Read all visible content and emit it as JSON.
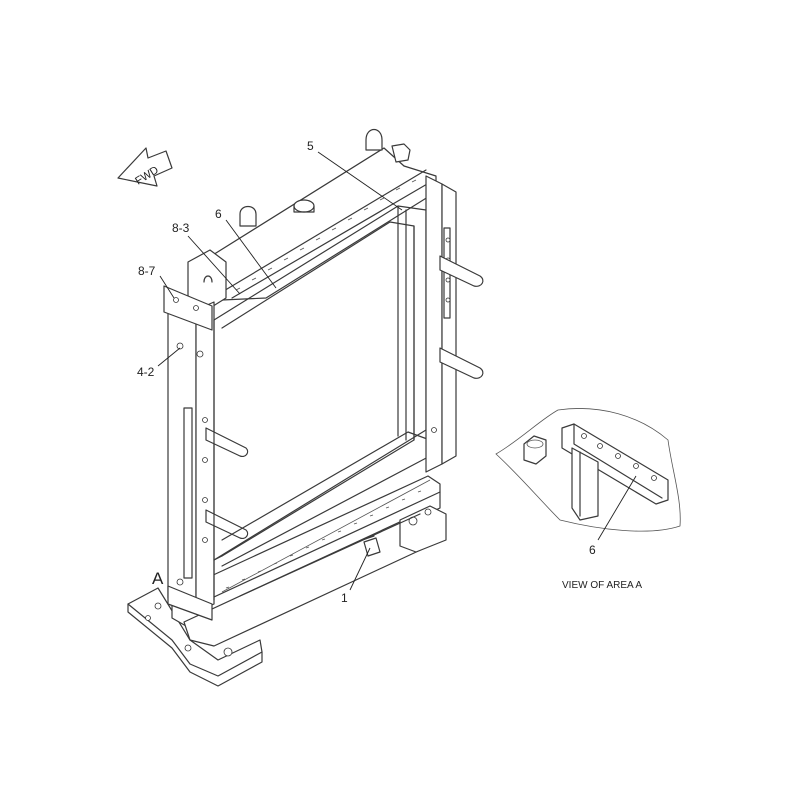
{
  "direction_arrow": {
    "label": "FWD"
  },
  "callouts": {
    "c5": "5",
    "c6": "6",
    "c8_3": "8-3",
    "c8_7": "8-7",
    "c4_2": "4-2",
    "c1": "1",
    "area_mark": "A"
  },
  "detail_view": {
    "callout": "6",
    "caption": "VIEW OF AREA A"
  }
}
